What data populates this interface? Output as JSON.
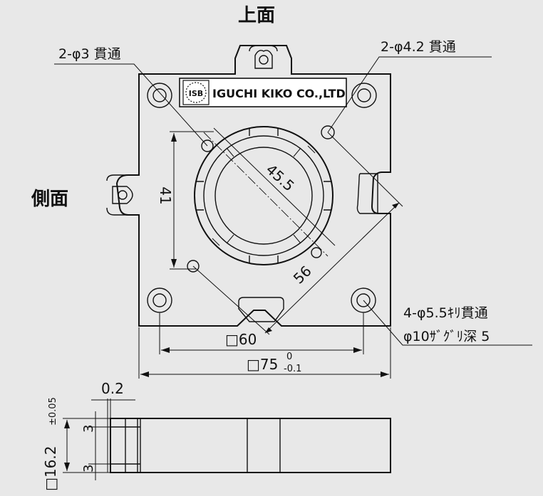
{
  "labels": {
    "top_view": "上面",
    "side_view": "側面",
    "hole_small_left": "2-φ3 貫通",
    "hole_small_right": "2-φ4.2 貫通",
    "counterbore_line1": "4-φ5.5ｷﾘ貫通",
    "counterbore_line2": "φ10ｻﾞｸﾞﾘ深 5",
    "logo_text": "IGUCHI KIKO CO.,LTD",
    "logo_mark": "ISB"
  },
  "dimensions": {
    "diag_45": "45.5",
    "vertical_41": "41",
    "diag_56": "56",
    "square_60": "□60",
    "square_75": "□75",
    "tol_75_upper": "0",
    "tol_75_lower": "-0.1",
    "gap_02": "0.2",
    "height_162": "□16.2",
    "height_tol": "±0.05",
    "side_3_top": "3",
    "side_3_bottom": "3"
  },
  "colors": {
    "background": "#e8e8e8",
    "line": "#111111",
    "logo_bg": "#ffffff"
  }
}
